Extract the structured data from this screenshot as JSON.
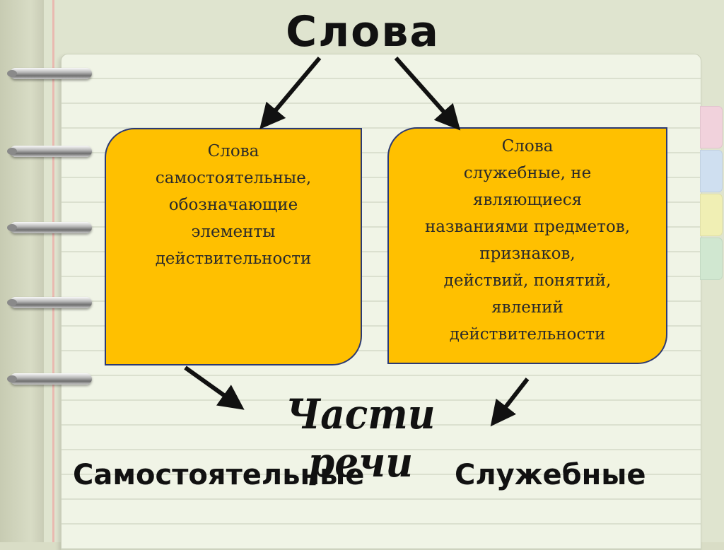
{
  "title": "Слова",
  "left_box": {
    "lines": [
      "Слова",
      "самостоятельные,",
      "обозначающие",
      "элементы",
      "действительности"
    ]
  },
  "right_box": {
    "lines": [
      "Слова",
      "служебные, не",
      "являющиеся",
      "названиями предметов,",
      "признаков,",
      "действий, понятий,",
      "явлений",
      "действительности"
    ]
  },
  "center_label": "Части речи",
  "bottom_labels": {
    "left": "Самостоятельные",
    "right": "Служебные"
  },
  "colors": {
    "box_fill": "#ffc000",
    "box_border": "#2c3a73",
    "paper": "#f0f4e6"
  }
}
